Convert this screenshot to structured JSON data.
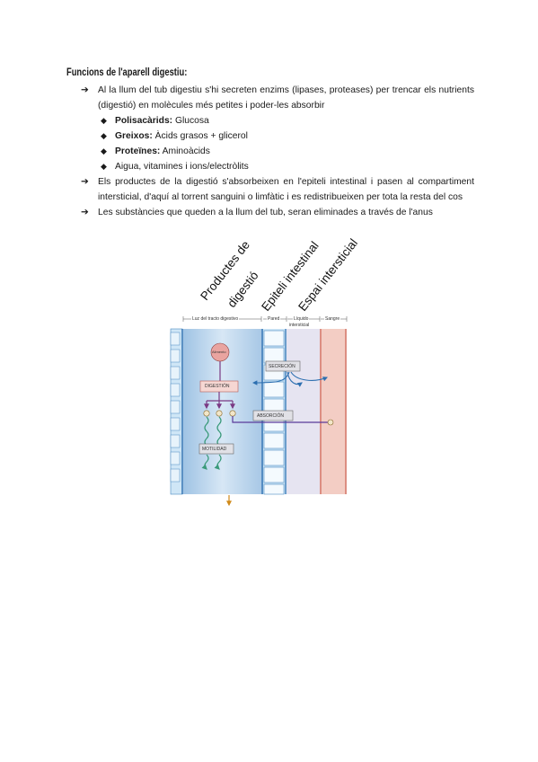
{
  "title": "Funcions de l'aparell digestiu:",
  "bullets": [
    {
      "text": "Al la llum del tub digestiu s'hi secreten enzims (lipases, proteases) per trencar els nutrients (digestió) en molècules més petites i poder-les absorbir"
    },
    {
      "text": "Els productes de la digestió s'absorbeixen en l'epiteli intestinal i pasen al compartiment intersticial, d'aquí al torrent sanguini o limfàtic i es redistribueixen per tota la resta del cos"
    },
    {
      "text": "Les substàncies que queden a la llum del tub, seran eliminades a través de l'anus"
    }
  ],
  "sub_items": [
    {
      "bold": "Polisacàrids:",
      "text": " Glucosa"
    },
    {
      "bold": "Greixos:",
      "text": " Àcids grasos + glicerol"
    },
    {
      "bold": "Proteïnes:",
      "text": " Aminoàcids"
    },
    {
      "bold": "",
      "text": "Aigua, vitamines i ions/electròlits"
    }
  ],
  "figure": {
    "annotations": {
      "productes": "Productes de",
      "productes2": "digestió",
      "epiteli": "Epiteli intestinal",
      "espai": "Espai intersticial"
    },
    "headers": {
      "luz": "Luz del tracto digestivo",
      "pared": "Pared",
      "liquido1": "Líquido",
      "liquido2": "intersticial",
      "sangre": "Sangre"
    },
    "labels": {
      "alimento": "Alimento",
      "digestion": "DIGESTIÓN",
      "secrecion": "SECRECIÓN",
      "absorcion": "ABSORCIÓN",
      "motilidad": "MOTILIDAD"
    },
    "colors": {
      "lumen": "#bcd6ee",
      "wall": "#cfe6f6",
      "interstitial": "#e6e4f1",
      "blood": "#f3cdc4",
      "box_red": "#f6d7d3",
      "box_gray": "#e1e1e6",
      "purple": "#7a3a84",
      "green": "#3a9a7a",
      "blue": "#2c6fb0"
    }
  }
}
